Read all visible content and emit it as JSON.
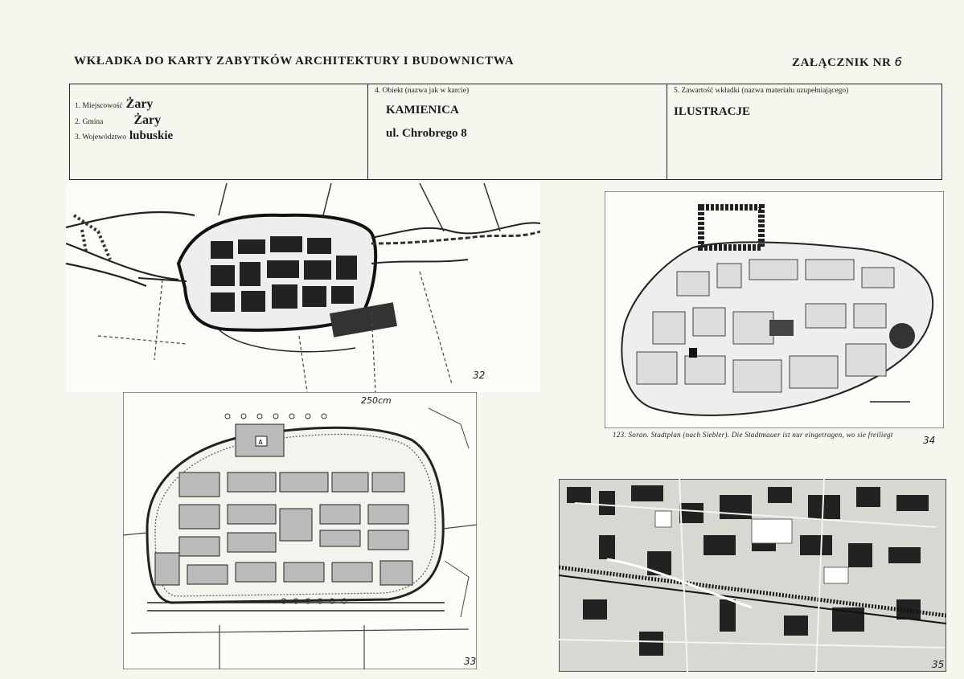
{
  "header": {
    "title": "WKŁADKA DO KARTY ZABYTKÓW ARCHITEKTURY I BUDOWNICTWA",
    "annex_label": "ZAŁĄCZNIK NR",
    "annex_number": "6"
  },
  "form": {
    "location": {
      "miejscowosc_label": "1. Miejscowość",
      "miejscowosc_value": "Żary",
      "gmina_label": "2. Gmina",
      "gmina_value": "Żary",
      "wojewodztwo_label": "3. Województwo",
      "wojewodztwo_value": "lubuskie"
    },
    "object": {
      "label": "4. Obiekt (nazwa jak w karcie)",
      "name": "KAMIENICA",
      "address": "ul. Chrobrego 8"
    },
    "content": {
      "label": "5. Zawartość wkładki (nazwa materiału uzupełniającego)",
      "value": "ILUSTRACJE"
    }
  },
  "illustrations": {
    "map32_number": "32",
    "map33_number": "33",
    "map33_annotation": "250cm",
    "map34_number": "34",
    "map34_caption": "123. Soran. Stadtplan (nach Siebler). Die Stadtmauer ist nur eingetragen, wo sie freiliegt",
    "map35_number": "35"
  }
}
